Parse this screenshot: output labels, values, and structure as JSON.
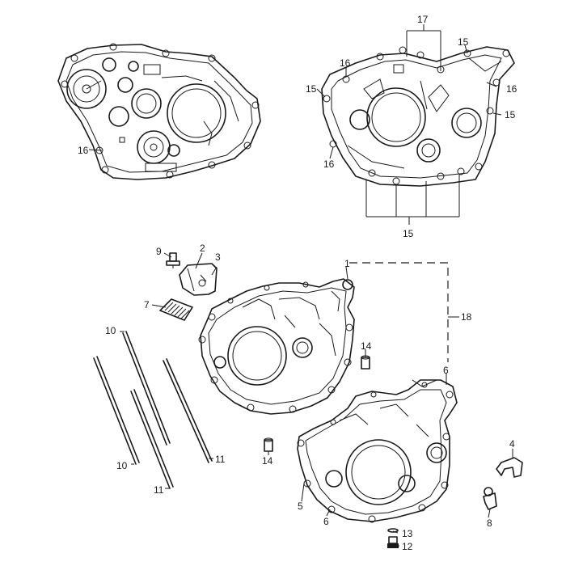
{
  "labels": {
    "p1": "1",
    "p2": "2",
    "p3": "3",
    "p4": "4",
    "p5": "5",
    "p6a": "6",
    "p6b": "6",
    "p7": "7",
    "p8": "8",
    "p9": "9",
    "p10a": "10",
    "p10b": "10",
    "p11a": "11",
    "p11b": "11",
    "p12": "12",
    "p13": "13",
    "p14a": "14",
    "p14b": "14",
    "p15a": "15",
    "p15b": "15",
    "p15c": "15",
    "p15d": "15",
    "p16a": "16",
    "p16b": "16",
    "p16c": "16",
    "p16d": "16",
    "p17": "17",
    "p18": "18"
  }
}
